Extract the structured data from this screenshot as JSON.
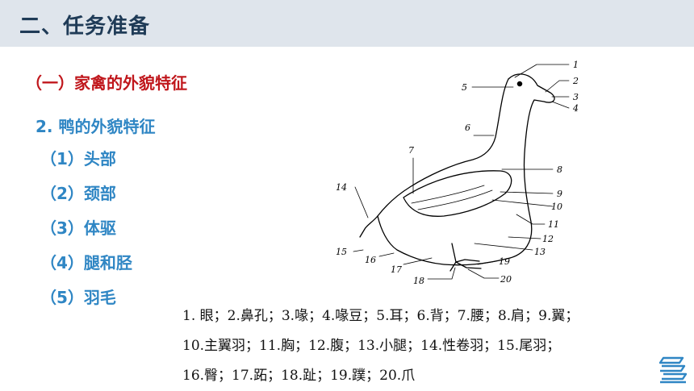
{
  "header": {
    "title": "二、任务准备"
  },
  "section": {
    "title": "（一）家禽的外貌特征"
  },
  "subsection": {
    "title": "2.  鸭的外貌特征"
  },
  "parts_list": [
    "（1）头部",
    "（2）颈部",
    "（3）体驱",
    "（4）腿和胫",
    "（5）羽毛"
  ],
  "diagram": {
    "labels": [
      "1",
      "2",
      "3",
      "4",
      "5",
      "6",
      "7",
      "8",
      "9",
      "10",
      "11",
      "12",
      "13",
      "14",
      "15",
      "16",
      "17",
      "18",
      "19",
      "20"
    ]
  },
  "caption": {
    "lines": [
      "1. 眼；2.鼻孔；3.喙；4.喙豆；5.耳；6.背；7.腰；8.肩；9.翼；",
      "10.主翼羽；11.胸；12.腹；13.小腿；14.性卷羽；15.尾羽；",
      "16.臀；17.跖；18.趾；19.蹼；20.爪"
    ]
  },
  "logo": {
    "icon": "books-stack-icon",
    "color": "#2f86c4"
  }
}
